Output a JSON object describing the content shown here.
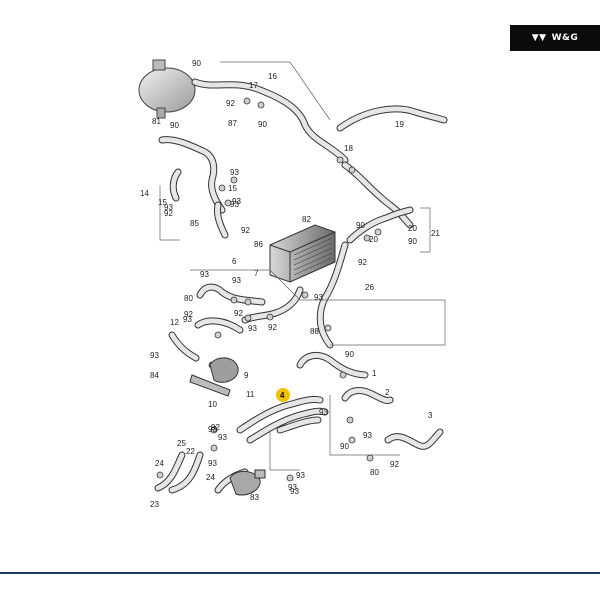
{
  "logo": {
    "text": "W&G",
    "mark": "▼▼"
  },
  "diagram": {
    "highlight_color": "#f2c200",
    "line_color": "#555555",
    "labels": [
      "90",
      "16",
      "17",
      "87",
      "90",
      "92",
      "81",
      "90",
      "19",
      "18",
      "14",
      "15",
      "92",
      "93",
      "15",
      "93",
      "93",
      "85",
      "93",
      "92",
      "86",
      "82",
      "90",
      "20",
      "20",
      "21",
      "90",
      "92",
      "93",
      "6",
      "93",
      "7",
      "26",
      "80",
      "92",
      "12",
      "92",
      "92",
      "93",
      "88",
      "93",
      "93",
      "84",
      "93",
      "90",
      "9",
      "1",
      "4",
      "10",
      "11",
      "2",
      "93",
      "93",
      "3",
      "93",
      "25",
      "22",
      "93",
      "93",
      "90",
      "92",
      "80",
      "92",
      "24",
      "23",
      "24",
      "93",
      "83",
      "93",
      "93"
    ],
    "highlight_label": "4"
  }
}
